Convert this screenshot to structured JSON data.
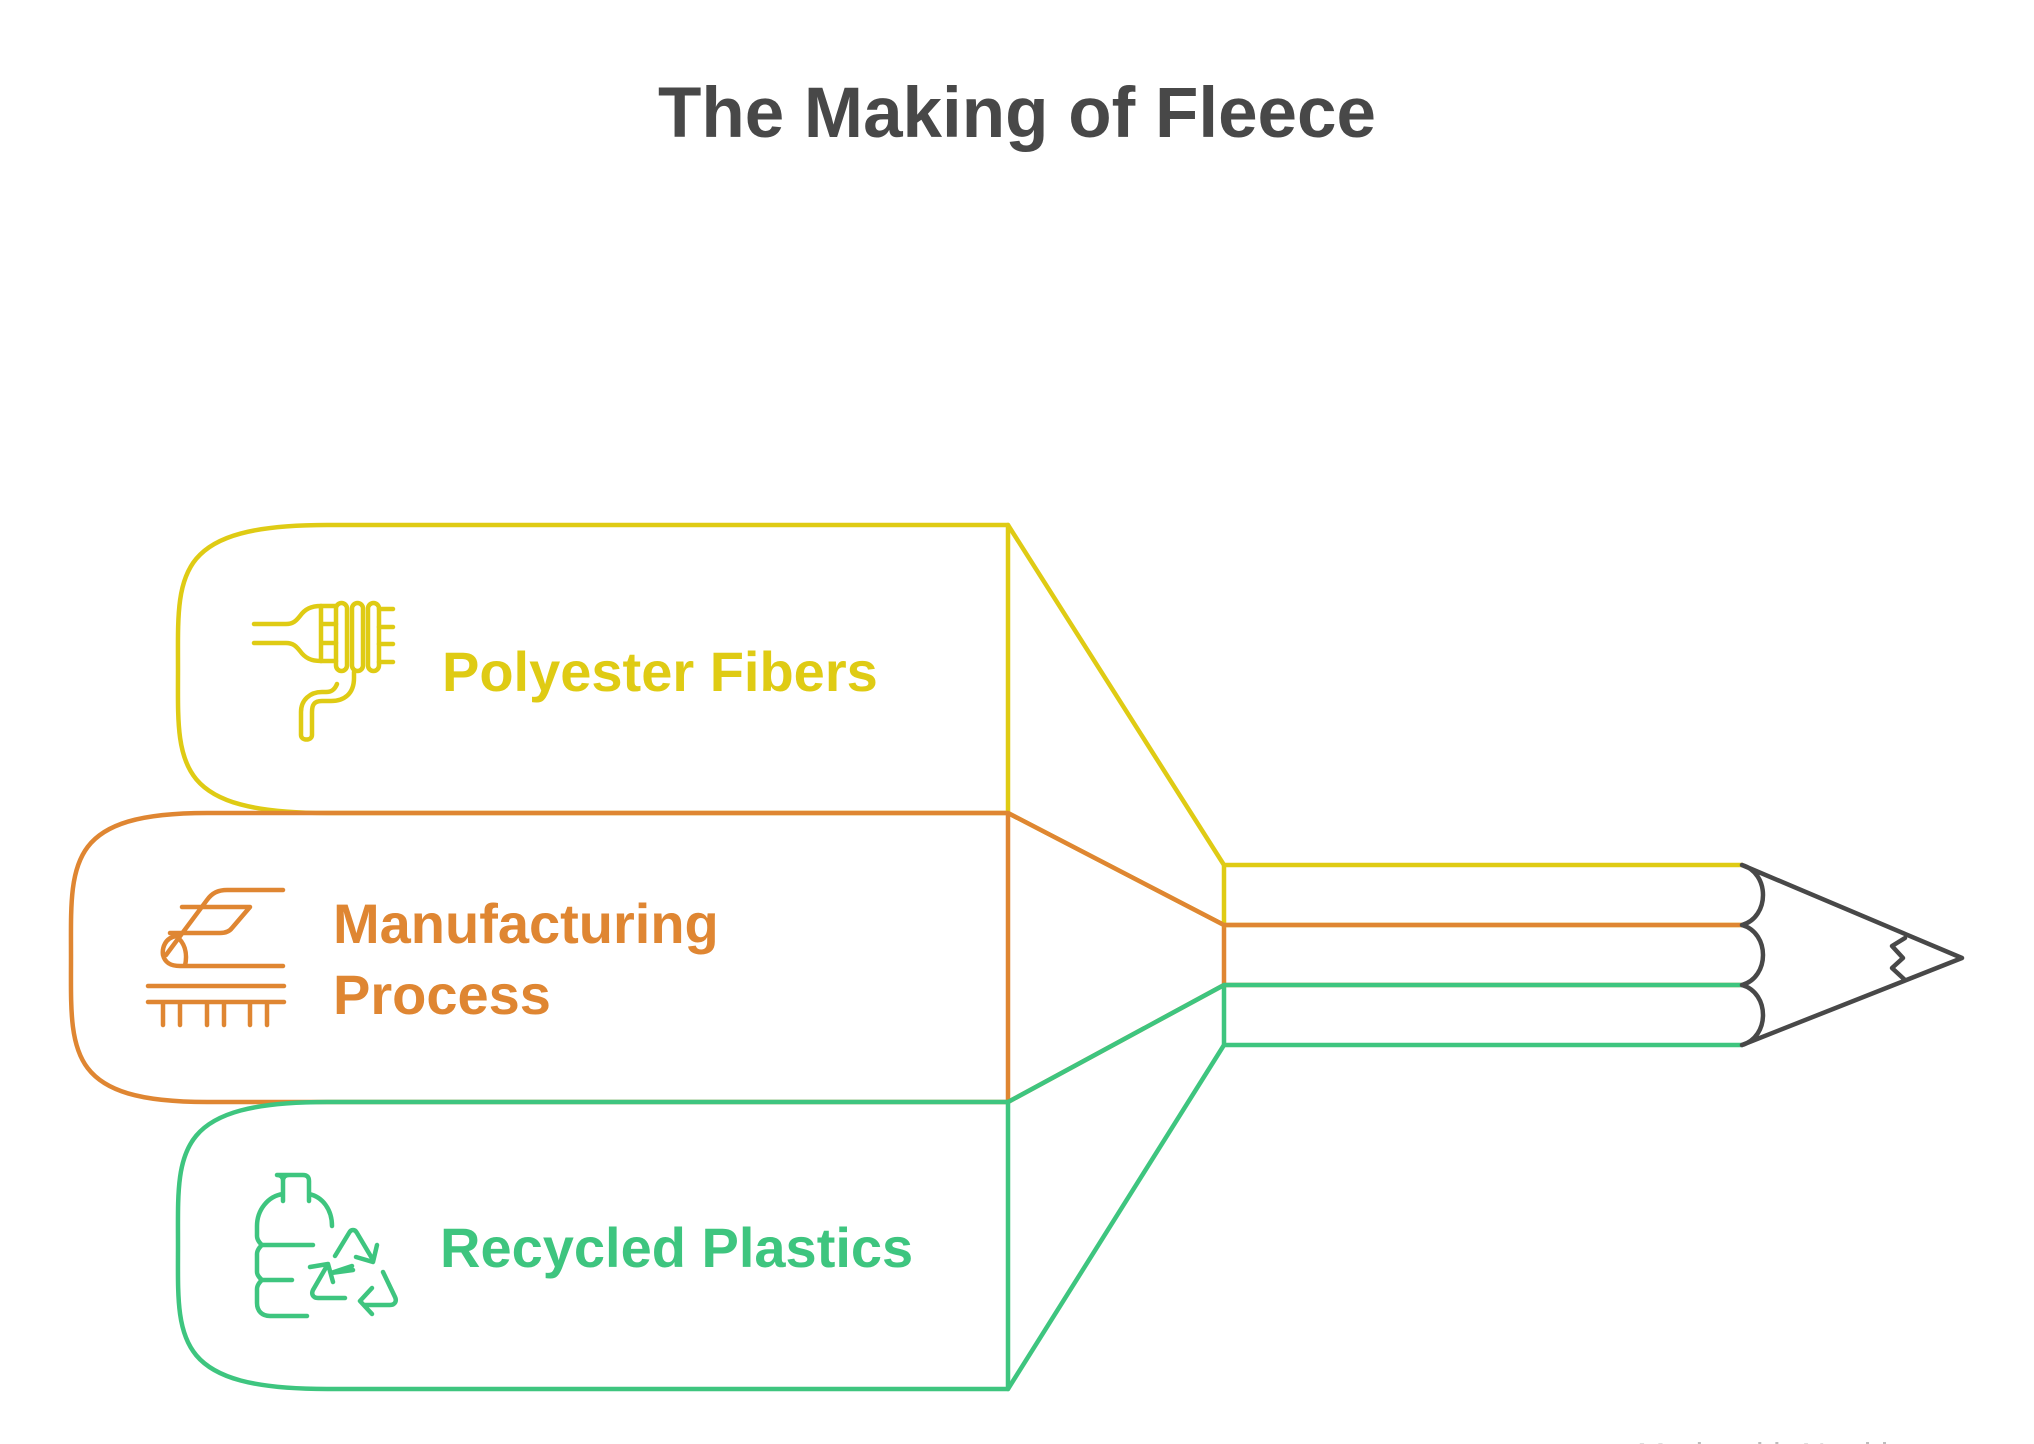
{
  "title": "The Making of Fleece",
  "colors": {
    "title": "#484848",
    "pencil_tip": "#484848",
    "watermark": "#bdbdbd",
    "background": "#ffffff"
  },
  "stages": [
    {
      "id": "polyester",
      "label_lines": [
        "Polyester Fibers"
      ],
      "icon": "fiber-strand-icon",
      "color": "#dfcb14"
    },
    {
      "id": "manufacturing",
      "label_lines": [
        "Manufacturing",
        "Process"
      ],
      "icon": "fabric-roll-machine-icon",
      "color": "#df8632"
    },
    {
      "id": "recycled",
      "label_lines": [
        "Recycled Plastics"
      ],
      "icon": "bottle-recycle-icon",
      "color": "#3ec57f"
    }
  ],
  "pencil": {
    "icon": "pencil-tip-icon"
  },
  "watermark": {
    "text": "Made with Napkin",
    "icon": "napkin-logo-icon"
  }
}
